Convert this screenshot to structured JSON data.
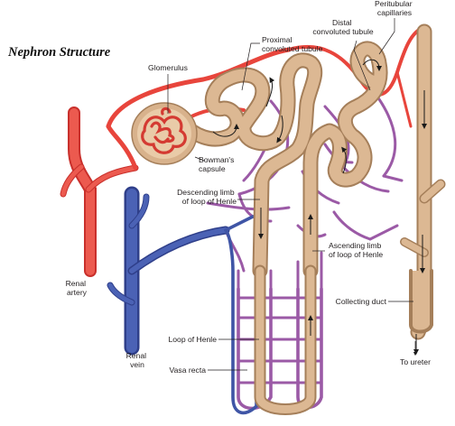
{
  "title": "Nephron Structure",
  "labels": {
    "peritubular": [
      "Peritubular",
      "capillaries"
    ],
    "distal": [
      "Distal",
      "convoluted tubule"
    ],
    "proximal": [
      "Proximal",
      "convoluted tubule"
    ],
    "glomerulus": [
      "Glomerulus"
    ],
    "bowmans": [
      "Bowman's",
      "capsule"
    ],
    "descending": [
      "Descending limb",
      "of loop of Henle"
    ],
    "ascending": [
      "Ascending limb",
      "of loop of Henle"
    ],
    "renal_artery": [
      "Renal",
      "artery"
    ],
    "renal_vein": [
      "Renal",
      "vein"
    ],
    "collecting": [
      "Collecting duct"
    ],
    "loop": [
      "Loop of Henle"
    ],
    "vasa": [
      "Vasa recta"
    ],
    "ureter": [
      "To ureter"
    ]
  },
  "colors": {
    "artery": "#e8453c",
    "vein": "#3f55a6",
    "capillary": "#9b5aa6",
    "tubule": "#d9b48f",
    "tubule_edge": "#a57f5a"
  }
}
